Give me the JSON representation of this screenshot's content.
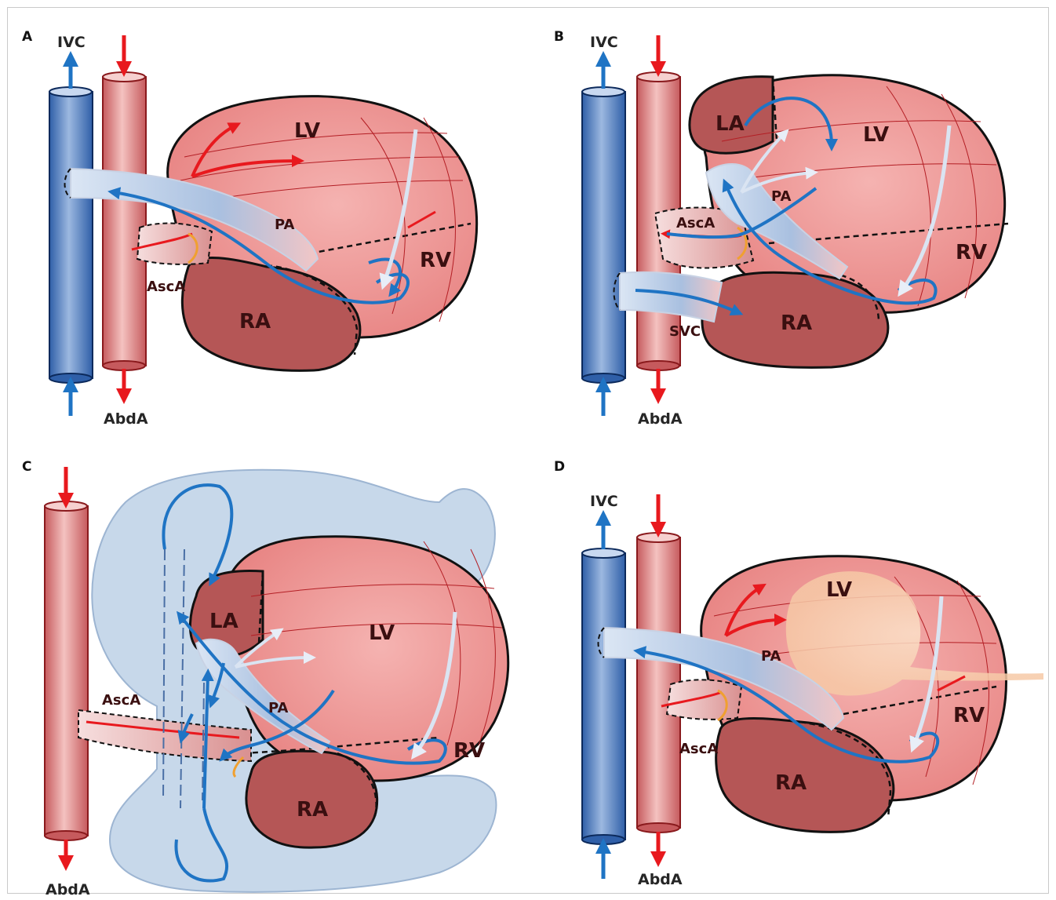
{
  "panels": [
    {
      "letter": "A",
      "labels": {
        "ivc": "IVC",
        "abda": "AbdA",
        "lv": "LV",
        "rv": "RV",
        "ra": "RA",
        "pa": "PA",
        "asca": "AscA"
      }
    },
    {
      "letter": "B",
      "labels": {
        "ivc": "IVC",
        "abda": "AbdA",
        "la": "LA",
        "lv": "LV",
        "rv": "RV",
        "ra": "RA",
        "pa": "PA",
        "asca": "AscA",
        "svc": "SVC"
      }
    },
    {
      "letter": "C",
      "labels": {
        "abda": "AbdA",
        "la": "LA",
        "lv": "LV",
        "rv": "RV",
        "ra": "RA",
        "pa": "PA",
        "asca": "AscA"
      }
    },
    {
      "letter": "D",
      "labels": {
        "ivc": "IVC",
        "abda": "AbdA",
        "lv": "LV",
        "rv": "RV",
        "ra": "RA",
        "pa": "PA",
        "asca": "AscA"
      }
    }
  ],
  "colors": {
    "vein_blue": "#3f6fb6",
    "artery_red": "#c9585c",
    "heart_pink": "#ec8a8a",
    "atrium_dark": "#b05555",
    "flow_blue": "#1f74c4",
    "flow_red": "#e8191e",
    "lung_blue": "#c7d8ea"
  }
}
